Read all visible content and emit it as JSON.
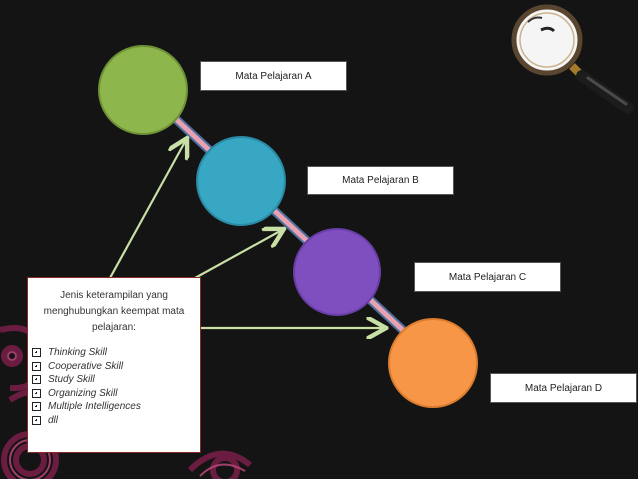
{
  "subjects": [
    {
      "label": "Mata Pelajaran A",
      "color": "#8db64d"
    },
    {
      "label": "Mata Pelajaran B",
      "color": "#37a7c4"
    },
    {
      "label": "Mata Pelajaran C",
      "color": "#7f4fbf"
    },
    {
      "label": "Mata Pelajaran D",
      "color": "#f79646"
    }
  ],
  "info_box": {
    "heading": "Jenis keterampilan yang menghubungkan keempat mata pelajaran:",
    "items": [
      "Thinking Skill",
      "Cooperative Skill",
      "Study Skill",
      "Organizing Skill",
      "Multiple Intelligences",
      "dll"
    ]
  },
  "colors": {
    "background": "#141414",
    "arrow": "#c8dfa6",
    "connector": "#e7a1b0",
    "box_border": "#8a2b2b"
  },
  "icons": [
    "magnifying-glass-icon",
    "swirl-decoration"
  ]
}
